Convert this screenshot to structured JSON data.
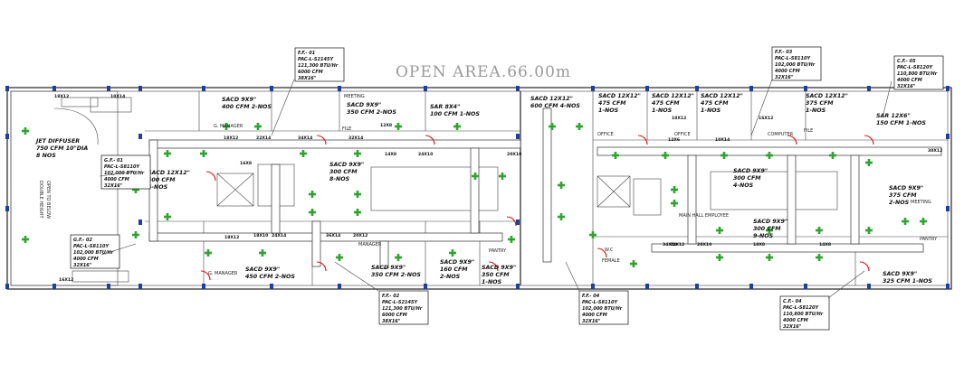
{
  "title": "OPEN  AREA.66.00m",
  "units": [
    {
      "id": "F.F.- 01",
      "model": "PAC-L-S2145Y",
      "cap": "121,300 BTU/Hr",
      "cfm": "6000 CFM",
      "duct": "38X16\""
    },
    {
      "id": "F.F.- 02",
      "model": "PAC-L-S2145Y",
      "cap": "121,300 BTU/Hr",
      "cfm": "6000 CFM",
      "duct": "38X16\""
    },
    {
      "id": "F.F.- 03",
      "model": "PAC-L-S8110Y",
      "cap": "102,000 BTU/Hr",
      "cfm": "4000 CFM",
      "duct": "32X16\""
    },
    {
      "id": "F.F.- 04",
      "model": "PAC-L-S8110Y",
      "cap": "102,000 BTU/Hr",
      "cfm": "4000 CFM",
      "duct": "32X16\""
    },
    {
      "id": "C.F.- 05",
      "model": "PAC-L-S8120Y",
      "cap": "110,800 BTU/Hr",
      "cfm": "4000 CFM",
      "duct": "32X16\""
    },
    {
      "id": "C.F.- 04",
      "model": "PAC-L-S8120Y",
      "cap": "110,800 BTU/Hr",
      "cfm": "4000 CFM",
      "duct": "32X16\""
    },
    {
      "id": "G.F.- 01",
      "model": "PAC-L-S8110Y",
      "cap": "102,000 BTU/Hr",
      "cfm": "4000 CFM",
      "duct": "32X16\""
    },
    {
      "id": "G.F.- 02",
      "model": "PAC-L-S8110Y",
      "cap": "102,000 BTU/Hr",
      "cfm": "4000 CFM",
      "duct": "32X16\""
    }
  ],
  "diffusers": {
    "jet_1": "JET DIFFUSER",
    "jet_2": "750 CFM 10\"DIA",
    "jet_3": "8 NOS",
    "s1a": "SACD 12X12\"",
    "s1b": "500 CFM",
    "s1c": "4-NOS",
    "s2a": "SACD 9X9\"",
    "s2b": "400 CFM 2-NOS",
    "s3a": "SACD 9X9\"",
    "s3b": "350 CFM 2-NOS",
    "s4a": "SAR 8X4\"",
    "s4b": "100 CFM 1-NOS",
    "s5a": "SACD 12X12\"",
    "s5b": "600 CFM 4-NOS",
    "s6a": "SACD 9X9\"",
    "s6b": "300 CFM",
    "s6c": "8-NOS",
    "s7a": "SACD 9X9\"",
    "s7b": "450 CFM 2-NOS",
    "s8a": "SACD 9X9\"",
    "s8b": "350 CFM 2-NOS",
    "s9a": "SACD 9X9\"",
    "s9b": "160 CFM",
    "s9c": "2-NOS",
    "s10a": "SACD 9X9\"",
    "s10b": "350 CFM",
    "s10c": "1-NOS",
    "s11a": "SACD 12X12\"",
    "s11b": "475 CFM",
    "s11c": "1-NOS",
    "s12a": "SACD 12X12\"",
    "s12b": "475 CFM",
    "s12c": "1-NOS",
    "s13a": "SACD 12X12\"",
    "s13b": "475 CFM",
    "s13c": "1-NOS",
    "s14a": "SACD 12X12\"",
    "s14b": "375 CFM",
    "s14c": "1-NOS",
    "s15a": "SAR 12X6\"",
    "s15b": "150 CFM 1-NOS",
    "s16a": "SACD 9X9\"",
    "s16b": "300 CFM",
    "s16c": "4-NOS",
    "s17a": "SACD 9X9\"",
    "s17b": "300 CFM",
    "s17c": "9-NOS",
    "s18a": "SACD 9X9\"",
    "s18b": "375 CFM",
    "s18c": "2-NOS",
    "s19a": "SACD 9X9\"",
    "s19b": "325 CFM 1-NOS"
  },
  "rooms": {
    "g_manager_1": "G. MANAGER",
    "g_manager_2": "G. MANAGER",
    "manager": "MANAGER",
    "office_1": "OFFICE",
    "office_2": "OFFICE",
    "computer": "COMPUTER",
    "main_hall": "MAIN HALL EMPLOYEE",
    "meeting": "MEETING",
    "pantry_1": "PANTRY",
    "pantry_2": "PANTRY",
    "file_1": "FILE",
    "file_2": "FILE",
    "wc": "W.C",
    "female": "FEMALE",
    "double_height": "DOUBLE HEIGHT",
    "open_to_below": "OPEN TO BELOW",
    "meeting_top": "MEETING"
  },
  "ducts": [
    "18X12",
    "10X14",
    "18X12",
    "22X14",
    "34X14",
    "32X14",
    "24X10",
    "20X10",
    "18X12",
    "16X8",
    "12X8",
    "14X8",
    "18X10",
    "24X14",
    "36X14",
    "20X12",
    "24X12",
    "28X10",
    "18X8",
    "14X8",
    "12X6",
    "18X12",
    "10X14",
    "16X12",
    "34X14",
    "30X12",
    "16X12"
  ]
}
